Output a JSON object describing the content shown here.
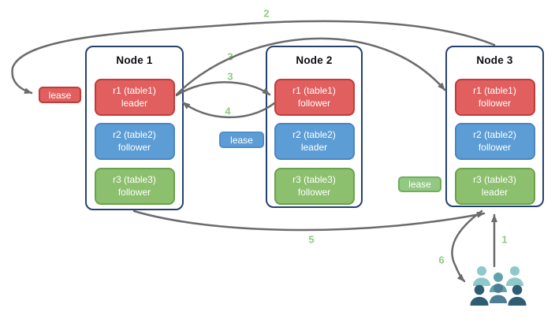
{
  "diagram_title": "multi-node replica leader/follower lease diagram",
  "nodes": [
    {
      "title": "Node 1",
      "replicas": [
        {
          "name": "r1 (table1)",
          "role": "leader",
          "color": "#e15f5f"
        },
        {
          "name": "r2 (table2)",
          "role": "follower",
          "color": "#5d9dd5"
        },
        {
          "name": "r3 (table3)",
          "role": "follower",
          "color": "#8cc06e"
        }
      ]
    },
    {
      "title": "Node 2",
      "replicas": [
        {
          "name": "r1 (table1)",
          "role": "follower",
          "color": "#e15f5f"
        },
        {
          "name": "r2 (table2)",
          "role": "leader",
          "color": "#5d9dd5"
        },
        {
          "name": "r3 (table3)",
          "role": "follower",
          "color": "#8cc06e"
        }
      ]
    },
    {
      "title": "Node 3",
      "replicas": [
        {
          "name": "r1 (table1)",
          "role": "follower",
          "color": "#e15f5f"
        },
        {
          "name": "r2 (table2)",
          "role": "follower",
          "color": "#5d9dd5"
        },
        {
          "name": "r3 (table3)",
          "role": "leader",
          "color": "#8cc06e"
        }
      ]
    }
  ],
  "leases": [
    {
      "label": "lease",
      "color": "#e15f5f"
    },
    {
      "label": "lease",
      "color": "#5d9dd5"
    },
    {
      "label": "lease",
      "color": "#92c882"
    }
  ],
  "steps": {
    "s1": "1",
    "s2": "2",
    "s3_upper": "3",
    "s3_lower": "3",
    "s4": "4",
    "s5": "5",
    "s6": "6"
  },
  "icons": {
    "users_icon": "group of client users"
  },
  "colors": {
    "arrow": "#6b6b6b",
    "step_label": "#8fcb80",
    "node_border": "#24426e",
    "crowd_light": "#8fc8c8",
    "crowd_medium": "#5ea2ab",
    "crowd_mid_dark": "#4d7e93",
    "crowd_dark": "#2e5d73"
  }
}
